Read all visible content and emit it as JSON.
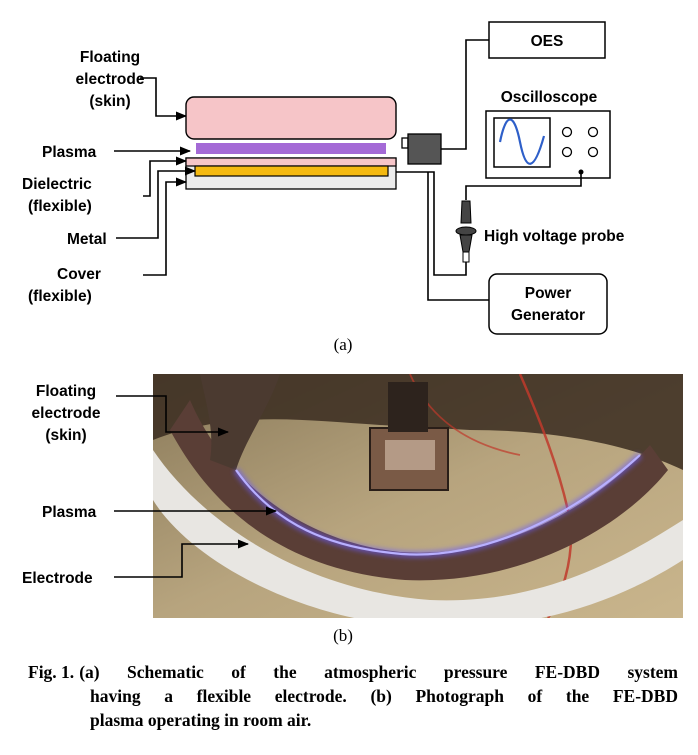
{
  "panel_a": {
    "labels": {
      "floating_electrode": [
        "Floating",
        "electrode",
        "(skin)"
      ],
      "plasma": "Plasma",
      "dielectric": [
        "Dielectric",
        "(flexible)"
      ],
      "metal": "Metal",
      "cover": [
        "Cover",
        "(flexible)"
      ],
      "oes": "OES",
      "oscilloscope": "Oscilloscope",
      "hv_probe": "High voltage probe",
      "power_generator": [
        "Power",
        "Generator"
      ]
    },
    "sublabel": "(a)"
  },
  "panel_b": {
    "labels": {
      "floating_electrode": [
        "Floating",
        "electrode",
        "(skin)"
      ],
      "plasma": "Plasma",
      "electrode": "Electrode"
    },
    "sublabel": "(b)"
  },
  "caption": {
    "prefix": "Fig. 1.",
    "line1": "(a) Schematic of the atmospheric pressure FE-DBD system",
    "line2": "having a flexible electrode. (b) Photograph of the FE-DBD",
    "line3": "plasma operating in room air."
  },
  "colors": {
    "skin": "#f6c5c8",
    "plasma": "#a46ad6",
    "dielectric": "#f6c5c8",
    "metal": "#f4b911",
    "cover": "#ececec",
    "plasma_glow": "#6a5cff"
  }
}
